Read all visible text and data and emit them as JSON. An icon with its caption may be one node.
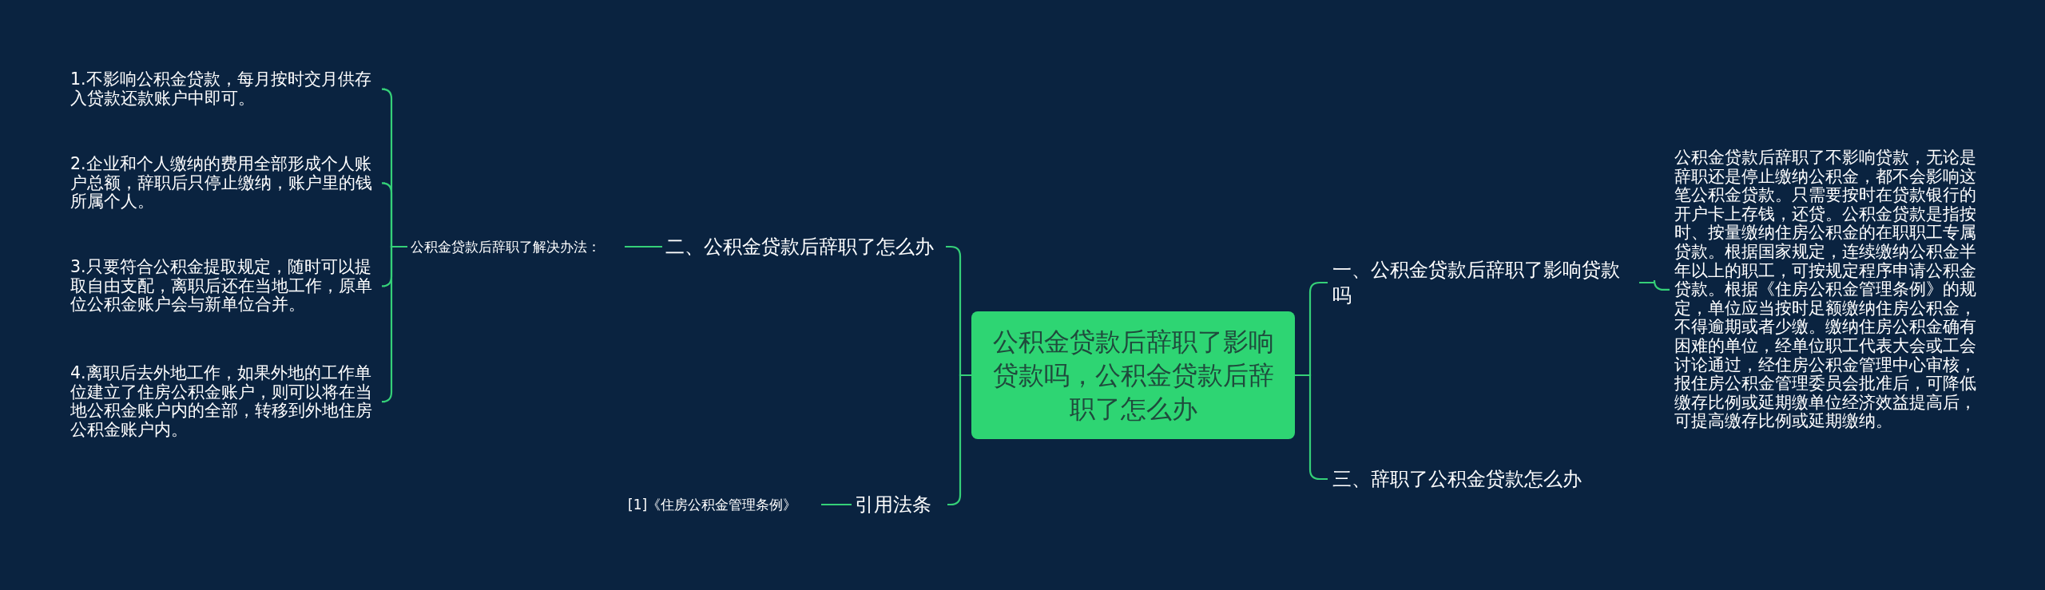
{
  "diagram": {
    "nodes": [
      {
        "text": [
          "公积金贷款后辞职了影响贷款吗，公积金贷款后辞职了怎么办"
        ]
      },
      {
        "text": [
          "一、公积金贷款后辞职了影响贷款吗"
        ]
      },
      {
        "text": [
          "公积金贷款后辞职了不影响贷款，无论是辞职还是停止缴纳公积金，都不会影响这笔公积金贷款。只需要按时在贷款银行的开户卡上存钱，还贷。公积金贷款是指按时、按量缴纳住房公积金的在职职工专属贷款。根据国家规定，连续缴纳公积金半年以上的职工，可按规定程序申请公积金贷款。根据《住房公积金管理条例》的规定，单位应当按时足额缴纳住房公积金，不得逾期或者少缴。缴纳住房公积金确有困难的单位，经单位职工代表大会或工会讨论通过，经住房公积金管理中心审核，报住房公积金管理委员会批准后，可降低缴存比例或延期缴单位经济效益提高后，可提高缴存比例或延期缴纳。"
        ]
      },
      {
        "text": [
          "三、辞职了公积金贷款怎么办"
        ]
      },
      {
        "text": [
          "二、公积金贷款后辞职了怎么办"
        ]
      },
      {
        "text": [
          "公积金贷款后辞职了解决办法："
        ]
      },
      {
        "text": [
          "1.不影响公积金贷款，每月按时交月供存入贷款还款账户中即可。"
        ]
      },
      {
        "text": [
          "2.企业和个人缴纳的费用全部形成个人账户总额，辞职后只停止缴纳，账户里的钱所属个人。"
        ]
      },
      {
        "text": [
          "3.只要符合公积金提取规定，随时可以提取自由支配，离职后还在当地工作，原单位公积金账户会与新单位合并。"
        ]
      },
      {
        "text": [
          "4.离职后去外地工作，如果外地的工作单位建立了住房公积金账户，则可以将在当地公积金账户内的全部，转移到外地住房公积金账户内。"
        ]
      },
      {
        "text": [
          "引用法条"
        ]
      },
      {
        "text": [
          "[1]《住房公积金管理条例》"
        ]
      }
    ],
    "edges": [
      {
        "from": 0,
        "to": 1,
        "arrow": "none"
      },
      {
        "from": 1,
        "to": 2,
        "arrow": "none"
      },
      {
        "from": 0,
        "to": 3,
        "arrow": "none"
      },
      {
        "from": 0,
        "to": 4,
        "arrow": "none"
      },
      {
        "from": 4,
        "to": 5,
        "arrow": "none"
      },
      {
        "from": 5,
        "to": 6,
        "arrow": "none"
      },
      {
        "from": 5,
        "to": 7,
        "arrow": "none"
      },
      {
        "from": 5,
        "to": 8,
        "arrow": "none"
      },
      {
        "from": 5,
        "to": 9,
        "arrow": "none"
      },
      {
        "from": 0,
        "to": 10,
        "arrow": "none"
      },
      {
        "from": 10,
        "to": 11,
        "arrow": "none"
      }
    ]
  }
}
